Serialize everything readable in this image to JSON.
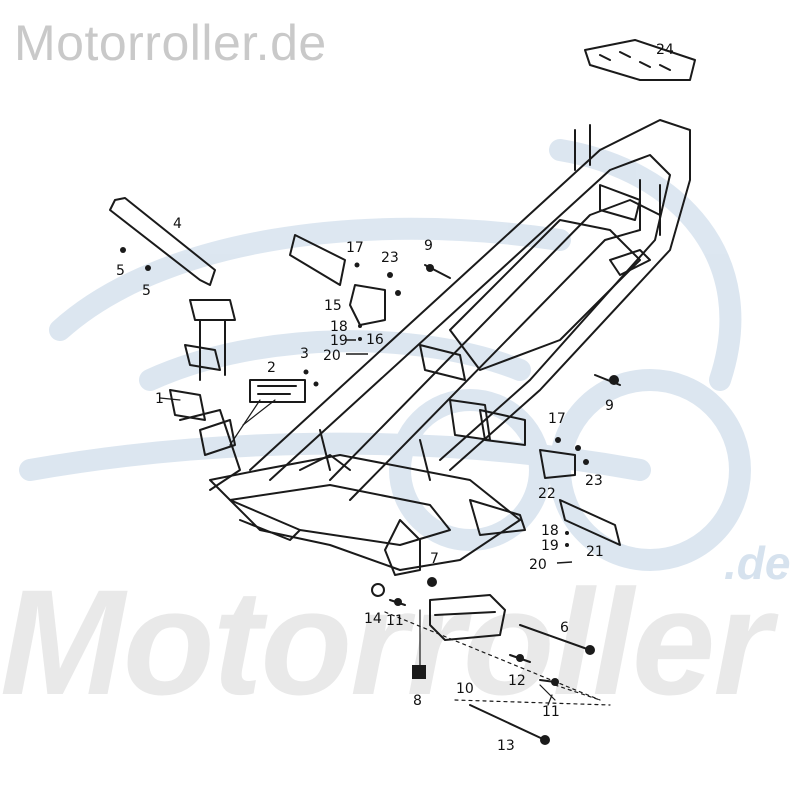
{
  "watermark": {
    "top_text": "Motorroller.de",
    "big_text": "Motorroller",
    "tld_text": ".de"
  },
  "colors": {
    "line": "#1a1a1a",
    "watermark_gray": "#c9c9c9",
    "watermark_blue": "#d6e2ee"
  },
  "part_labels": {
    "l1": "1",
    "l2": "2",
    "l3": "3",
    "l4": "4",
    "l5a": "5",
    "l5b": "5",
    "l6": "6",
    "l7": "7",
    "l8": "8",
    "l9a": "9",
    "l9b": "9",
    "l10": "10",
    "l11a": "11",
    "l11b": "11",
    "l12": "12",
    "l13": "13",
    "l14": "14",
    "l15": "15",
    "l16": "16",
    "l17a": "17",
    "l17b": "17",
    "l18a": "18",
    "l18b": "18",
    "l19a": "19",
    "l19b": "19",
    "l20a": "20",
    "l20b": "20",
    "l21": "21",
    "l22": "22",
    "l23a": "23",
    "l23b": "23",
    "l24": "24"
  }
}
